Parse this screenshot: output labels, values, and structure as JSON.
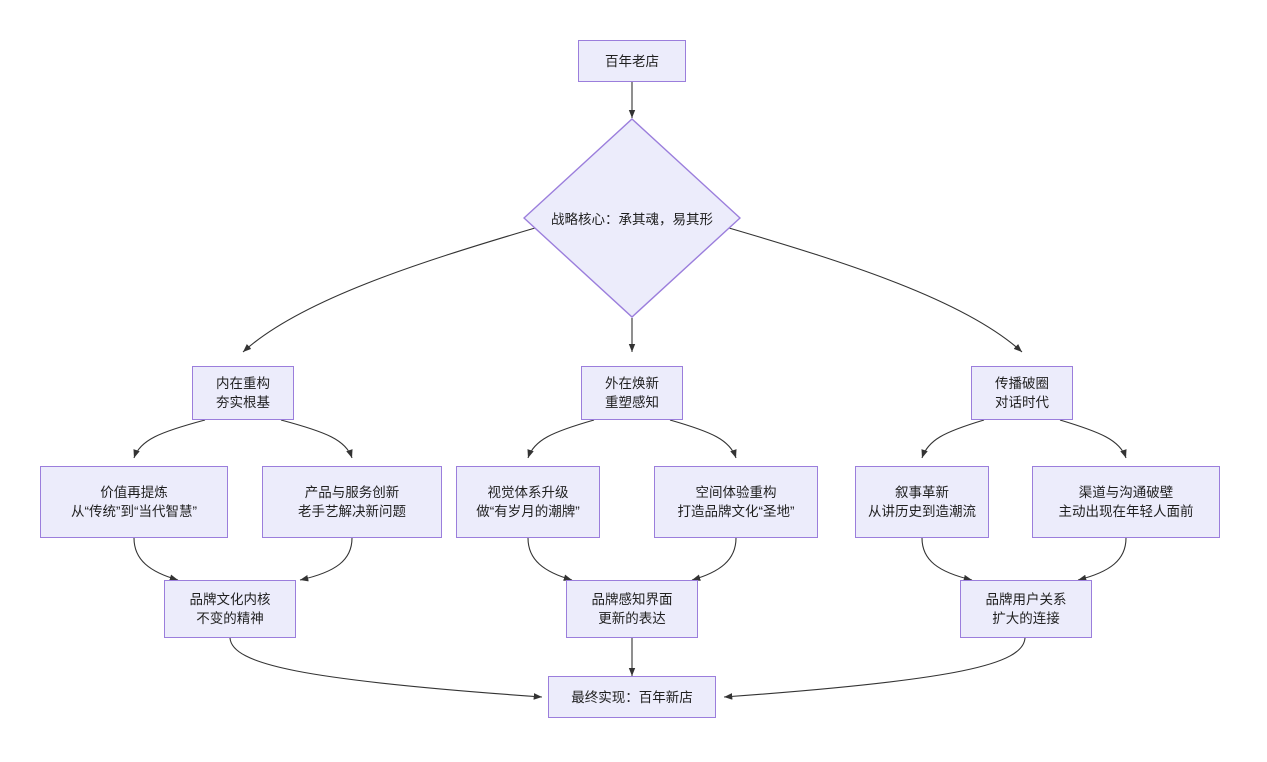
{
  "diagram": {
    "type": "flowchart",
    "direction": "top-down",
    "theme": {
      "node_fill": "#ECECFB",
      "node_border": "#9B7EDC",
      "edge_color": "#333333",
      "text_color": "#1f1f1f",
      "background": "#ffffff"
    },
    "nodes": {
      "root": {
        "label": "百年老店",
        "shape": "rectangle"
      },
      "core": {
        "label": "战略核心：承其魂，易其形",
        "shape": "diamond"
      },
      "branch_inner": {
        "line1": "内在重构",
        "line2": "夯实根基",
        "shape": "rectangle"
      },
      "branch_outer": {
        "line1": "外在焕新",
        "line2": "重塑感知",
        "shape": "rectangle"
      },
      "branch_spread": {
        "line1": "传播破圈",
        "line2": "对话时代",
        "shape": "rectangle"
      },
      "leaf_value": {
        "line1": "价值再提炼",
        "line2": "从“传统”到“当代智慧”",
        "shape": "rectangle"
      },
      "leaf_product": {
        "line1": "产品与服务创新",
        "line2": "老手艺解决新问题",
        "shape": "rectangle"
      },
      "leaf_visual": {
        "line1": "视觉体系升级",
        "line2": "做“有岁月的潮牌”",
        "shape": "rectangle"
      },
      "leaf_space": {
        "line1": "空间体验重构",
        "line2": "打造品牌文化“圣地”",
        "shape": "rectangle"
      },
      "leaf_narrative": {
        "line1": "叙事革新",
        "line2": "从讲历史到造潮流",
        "shape": "rectangle"
      },
      "leaf_channel": {
        "line1": "渠道与沟通破壁",
        "line2": "主动出现在年轻人面前",
        "shape": "rectangle"
      },
      "result_culture": {
        "line1": "品牌文化内核",
        "line2": "不变的精神",
        "shape": "rectangle"
      },
      "result_perception": {
        "line1": "品牌感知界面",
        "line2": "更新的表达",
        "shape": "rectangle"
      },
      "result_relation": {
        "line1": "品牌用户关系",
        "line2": "扩大的连接",
        "shape": "rectangle"
      },
      "final": {
        "label": "最终实现：百年新店",
        "shape": "rectangle"
      }
    },
    "edges": [
      {
        "from": "root",
        "to": "core"
      },
      {
        "from": "core",
        "to": "branch_inner"
      },
      {
        "from": "core",
        "to": "branch_outer"
      },
      {
        "from": "core",
        "to": "branch_spread"
      },
      {
        "from": "branch_inner",
        "to": "leaf_value"
      },
      {
        "from": "branch_inner",
        "to": "leaf_product"
      },
      {
        "from": "branch_outer",
        "to": "leaf_visual"
      },
      {
        "from": "branch_outer",
        "to": "leaf_space"
      },
      {
        "from": "branch_spread",
        "to": "leaf_narrative"
      },
      {
        "from": "branch_spread",
        "to": "leaf_channel"
      },
      {
        "from": "leaf_value",
        "to": "result_culture"
      },
      {
        "from": "leaf_product",
        "to": "result_culture"
      },
      {
        "from": "leaf_visual",
        "to": "result_perception"
      },
      {
        "from": "leaf_space",
        "to": "result_perception"
      },
      {
        "from": "leaf_narrative",
        "to": "result_relation"
      },
      {
        "from": "leaf_channel",
        "to": "result_relation"
      },
      {
        "from": "result_culture",
        "to": "final"
      },
      {
        "from": "result_perception",
        "to": "final"
      },
      {
        "from": "result_relation",
        "to": "final"
      }
    ]
  }
}
